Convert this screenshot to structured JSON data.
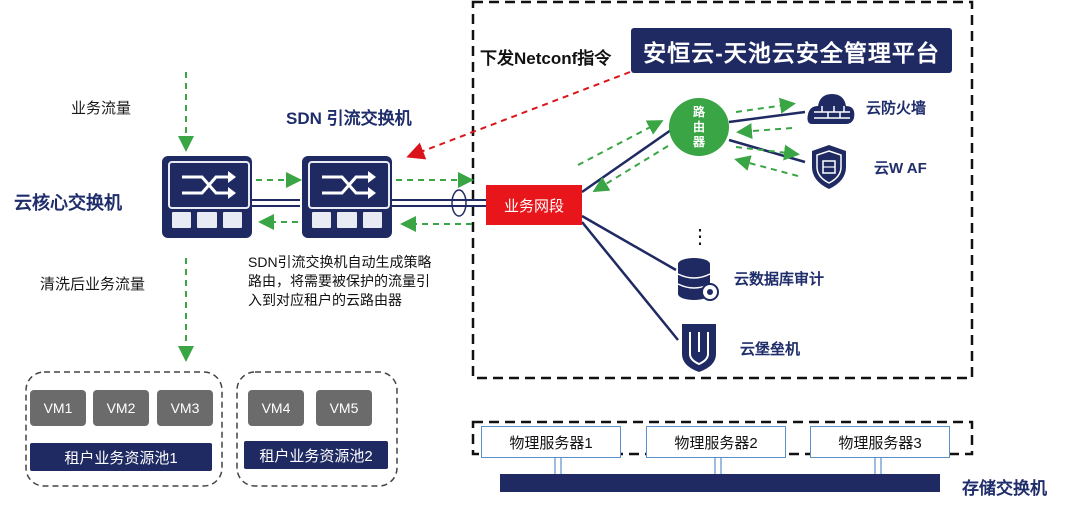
{
  "title": "安恒云-天池云安全管理平台",
  "netconf_label": "下发Netconf指令",
  "sdn_switch_label": "SDN 引流交换机",
  "core_switch_label": "云核心交换机",
  "traffic_label": "业务流量",
  "cleaned_traffic_label": "清洗后业务流量",
  "sdn_description": [
    "SDN引流交换机自动生成策略",
    "路由，将需要被保护的流量引",
    "入到对应租户的云路由器"
  ],
  "business_segment": "业务网段",
  "router_label": [
    "路",
    "由",
    "器"
  ],
  "services": {
    "firewall": "云防火墙",
    "waf": "云W AF",
    "dots": "⋮",
    "db_audit": "云数据库审计",
    "bastion": "云堡垒机"
  },
  "pools": [
    {
      "name": "租户业务资源池1",
      "vms": [
        "VM1",
        "VM2",
        "VM3"
      ]
    },
    {
      "name": "租户业务资源池2",
      "vms": [
        "VM4",
        "VM5"
      ]
    }
  ],
  "servers": [
    "物理服务器1",
    "物理服务器2",
    "物理服务器3"
  ],
  "storage_switch_label": "存储交换机",
  "colors": {
    "navy": "#1f2a63",
    "green": "#3aa545",
    "red": "#e8151b",
    "arrow_green": "#3aa545",
    "arrow_red": "#d9151b"
  }
}
